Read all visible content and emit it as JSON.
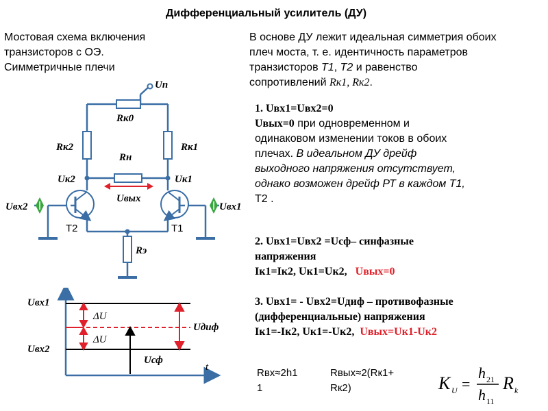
{
  "title": "Дифференциальный усилитель (ДУ)",
  "left_description": "Мостовая схема включения транзисторов с ОЭ. Симметричные плечи",
  "right_description": {
    "line1": "В основе ДУ лежит идеальная симметрия обоих",
    "line2": "плеч моста, т. е. идентичность параметров",
    "line3_pre": "транзисторов ",
    "line3_t1": "T1",
    "line3_sep": ", ",
    "line3_t2": "T2",
    "line3_post": " и равенство",
    "line4_pre": "сопротивлений ",
    "line4_res": "Rк1, Rк2",
    "line4_post": "."
  },
  "point1": {
    "header": "1.   Uвх1=Uвх2=0",
    "line1_a": "Uвых=0",
    "line1_b": "  при одновременном и",
    "line2": "одинаковом изменении токов в обоих",
    "line3_a": "плечах. ",
    "line3_b": "В идеальном ДУ дрейф",
    "line4": "выходного напряжения отсутствует,",
    "line5": "однако возможен дрейф РТ в каждом Т1,",
    "line6": "Т2 ."
  },
  "point2": {
    "line1": "2. Uвх1=Uвх2 =Uсф– синфазные",
    "line2": "напряжения",
    "line3_a": "Iк1=Iк2, Uк1=Uк2,",
    "line3_b": "Uвых=0"
  },
  "point3": {
    "line1": "3. Uвх1= - Uвх2=Uдиф – противофазные",
    "line2": "(дифференциальные) напряжения",
    "line3_a": "Iк1=-Iк2, Uк1=-Uк2,",
    "line3_b": "Uвых=Uк1-Uк2"
  },
  "formulas": {
    "rin_line1": "Rвх≈2h1",
    "rin_line2": "1",
    "rout_line1": "Rвых≈2(Rк1+",
    "rout_line2": "Rк2)",
    "ku_lhs": "K",
    "ku_sub": "U",
    "ku_num": "h",
    "ku_num_sub": "21",
    "ku_den": "h",
    "ku_den_sub": "11",
    "ku_rhs": "R",
    "ku_rhs_sub": "k"
  },
  "circuit": {
    "supply": "Uп",
    "rk0": "Rк0",
    "rk2": "Rк2",
    "rk1": "Rк1",
    "rn": "Rн",
    "uk2": "Uк2",
    "uk1": "Uк1",
    "uout": "Uвых",
    "uin2": "Uвх2",
    "uin1": "Uвх1",
    "t2": "Т2",
    "t1": "Т1",
    "re": "Rэ"
  },
  "graph": {
    "uin1": "Uвх1",
    "uin2": "Uвх2",
    "du_top": "ΔU",
    "du_bottom": "ΔU",
    "udif": "Uдиф",
    "ucf": "Uсф",
    "t_axis": "t"
  },
  "colors": {
    "wire": "#3a6ea5",
    "red": "#e0202a",
    "green": "#3aa640",
    "resistor_fill": "#ffffff"
  }
}
